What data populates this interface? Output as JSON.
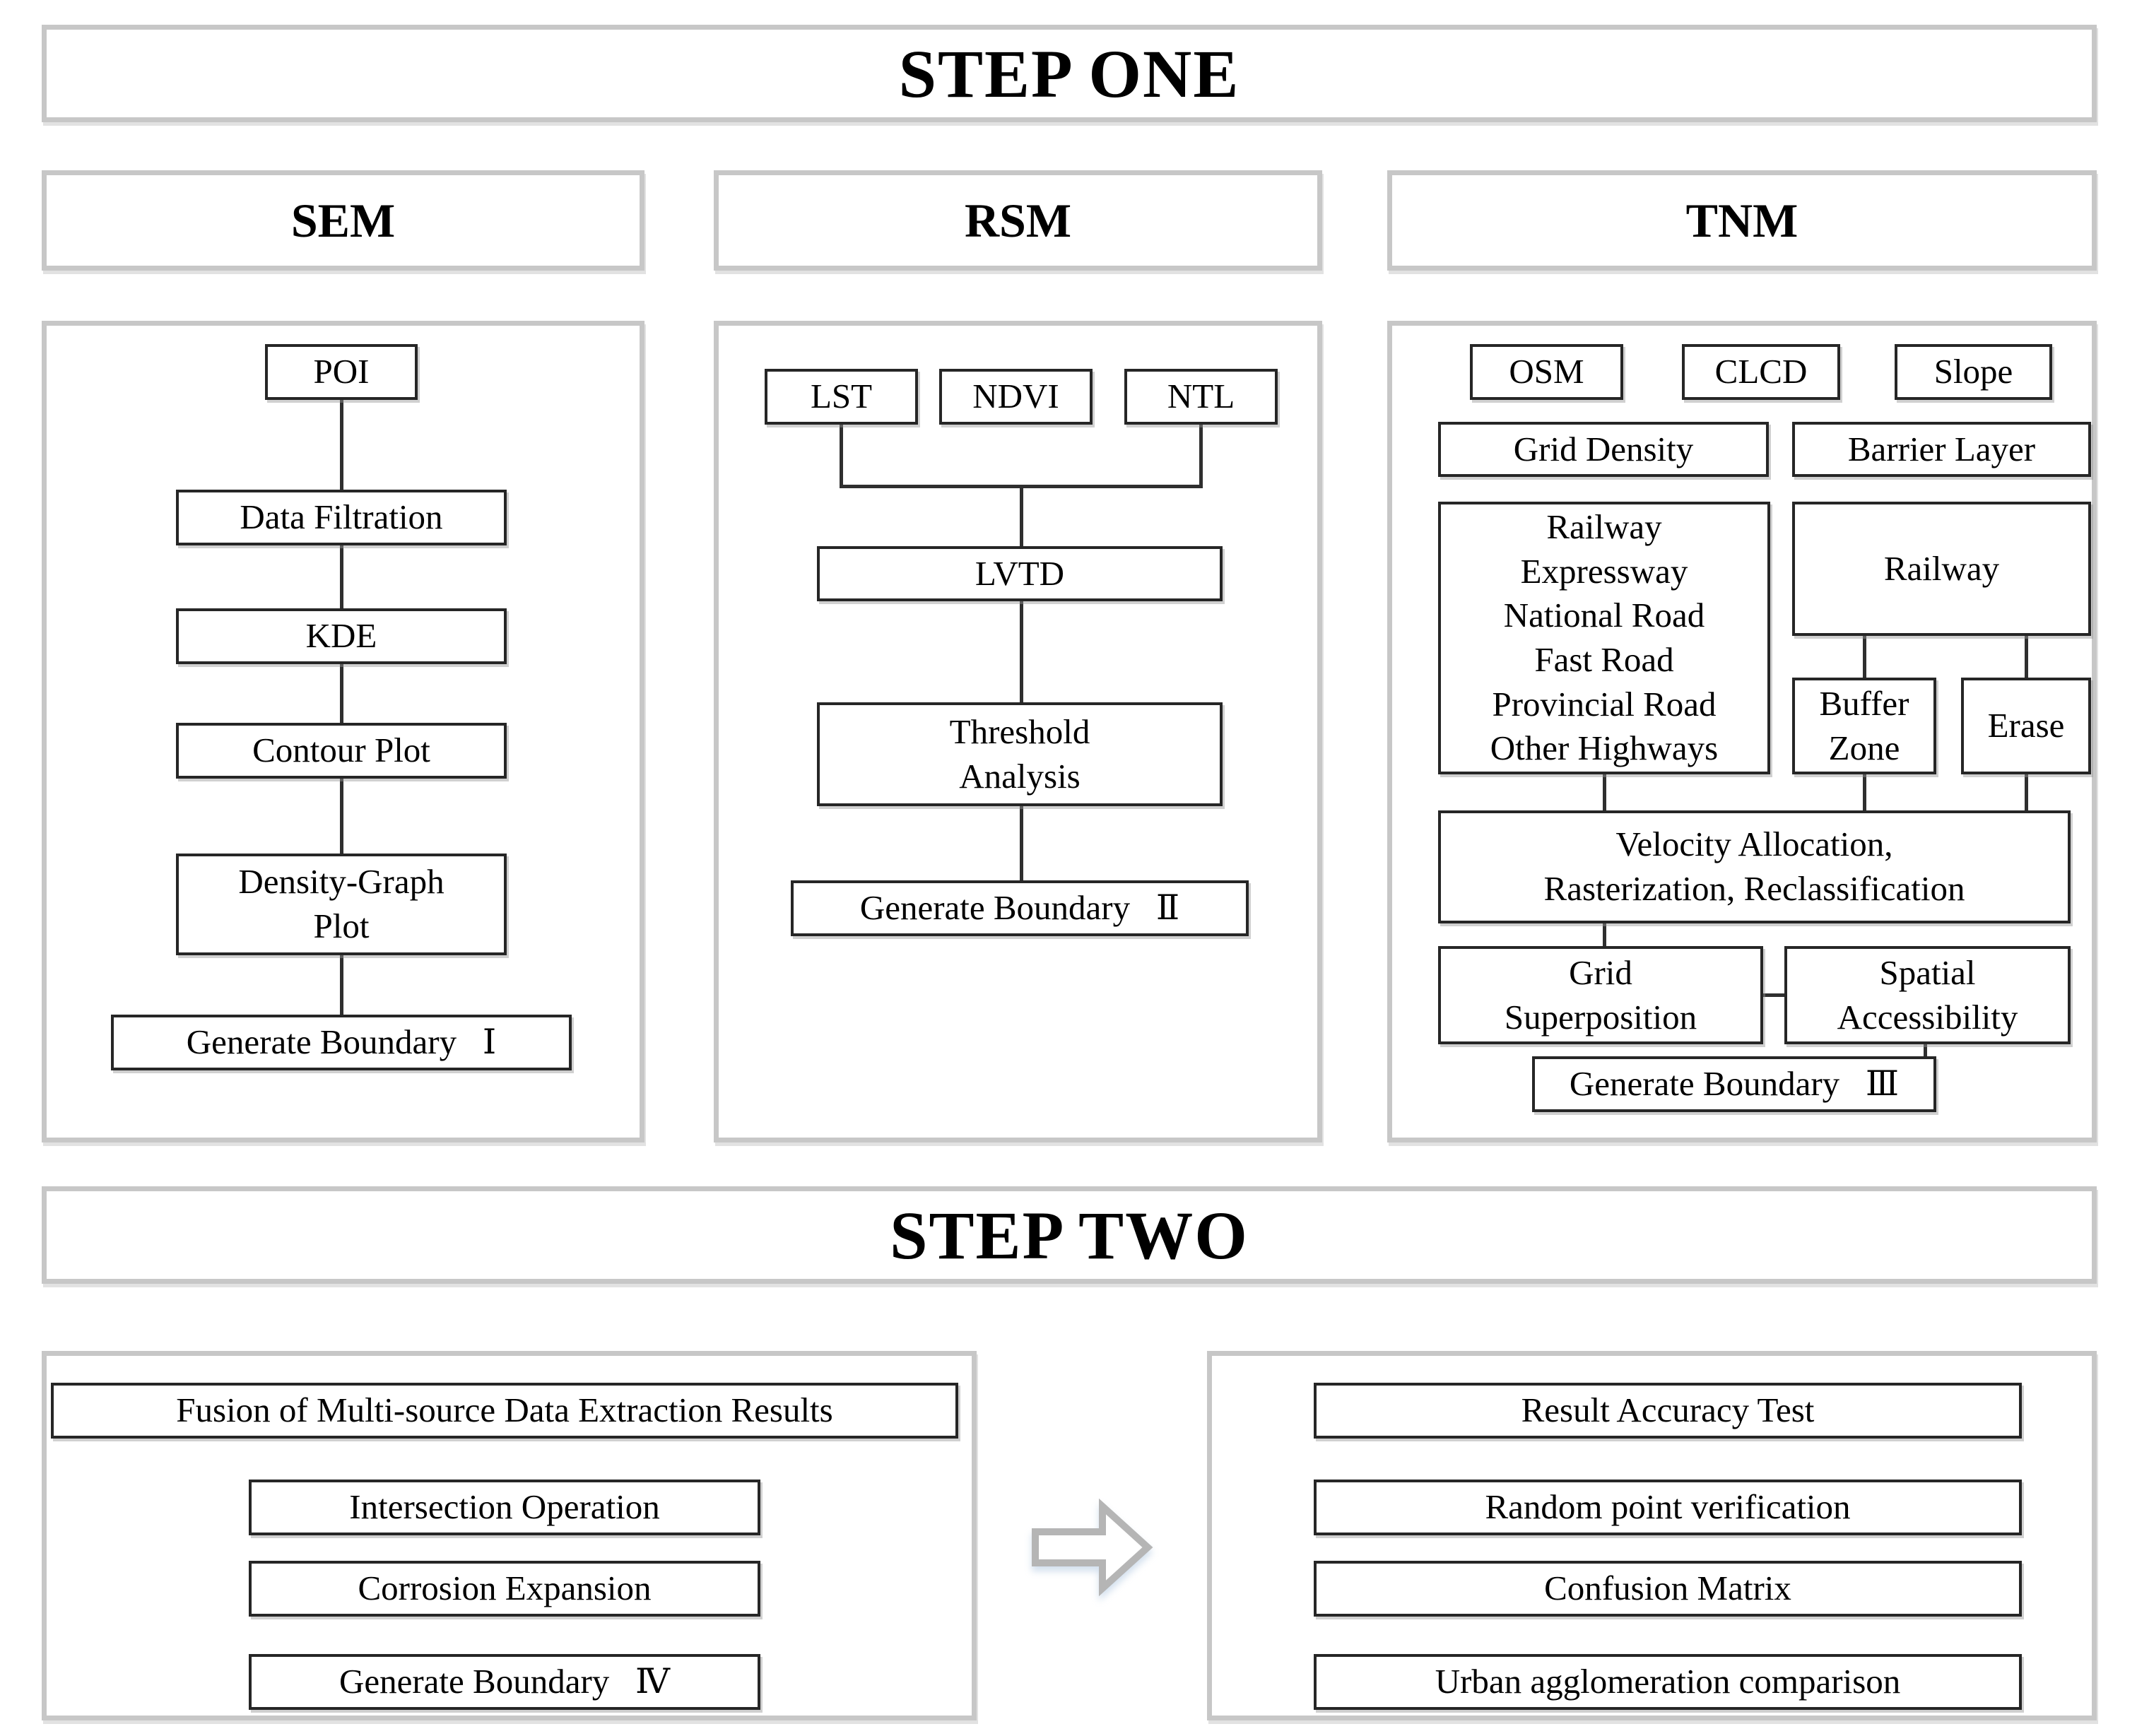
{
  "diagram": {
    "step_one": {
      "title": "STEP ONE"
    },
    "sem": {
      "header": "SEM",
      "poi": "POI",
      "data_filtration": "Data Filtration",
      "kde": "KDE",
      "contour_plot": "Contour Plot",
      "density_graph_plot": "Density-Graph\nPlot",
      "generate_boundary_1": "Generate Boundary  Ⅰ"
    },
    "rsm": {
      "header": "RSM",
      "lst": "LST",
      "ndvi": "NDVI",
      "ntl": "NTL",
      "lvtd": "LVTD",
      "threshold_analysis": "Threshold\nAnalysis",
      "generate_boundary_2": "Generate Boundary  Ⅱ"
    },
    "tnm": {
      "header": "TNM",
      "osm": "OSM",
      "clcd": "CLCD",
      "slope": "Slope",
      "grid_density": "Grid Density",
      "barrier_layer": "Barrier Layer",
      "road_types": "Railway\nExpressway\nNational Road\nFast Road\nProvincial Road\nOther Highways",
      "railway": "Railway",
      "buffer_zone": "Buffer\nZone",
      "erase": "Erase",
      "velocity": "Velocity Allocation,\nRasterization, Reclassification",
      "grid_superposition": "Grid\nSuperposition",
      "spatial_accessibility": "Spatial\nAccessibility",
      "generate_boundary_3": "Generate Boundary  Ⅲ"
    },
    "step_two": {
      "title": "STEP TWO"
    },
    "fusion": {
      "fusion_results": "Fusion of Multi-source Data Extraction Results",
      "intersection_operation": "Intersection Operation",
      "corrosion_expansion": "Corrosion Expansion",
      "generate_boundary_4": "Generate Boundary  Ⅳ"
    },
    "accuracy": {
      "result_accuracy_test": "Result Accuracy Test",
      "random_point_verification": "Random point verification",
      "confusion_matrix": "Confusion Matrix",
      "urban_agglomeration_comparison": "Urban agglomeration comparison"
    },
    "colors": {
      "text": "#000000",
      "box_border": "#262626",
      "container_border": "#c7c7c7",
      "connector": "#2f2f2f"
    }
  }
}
